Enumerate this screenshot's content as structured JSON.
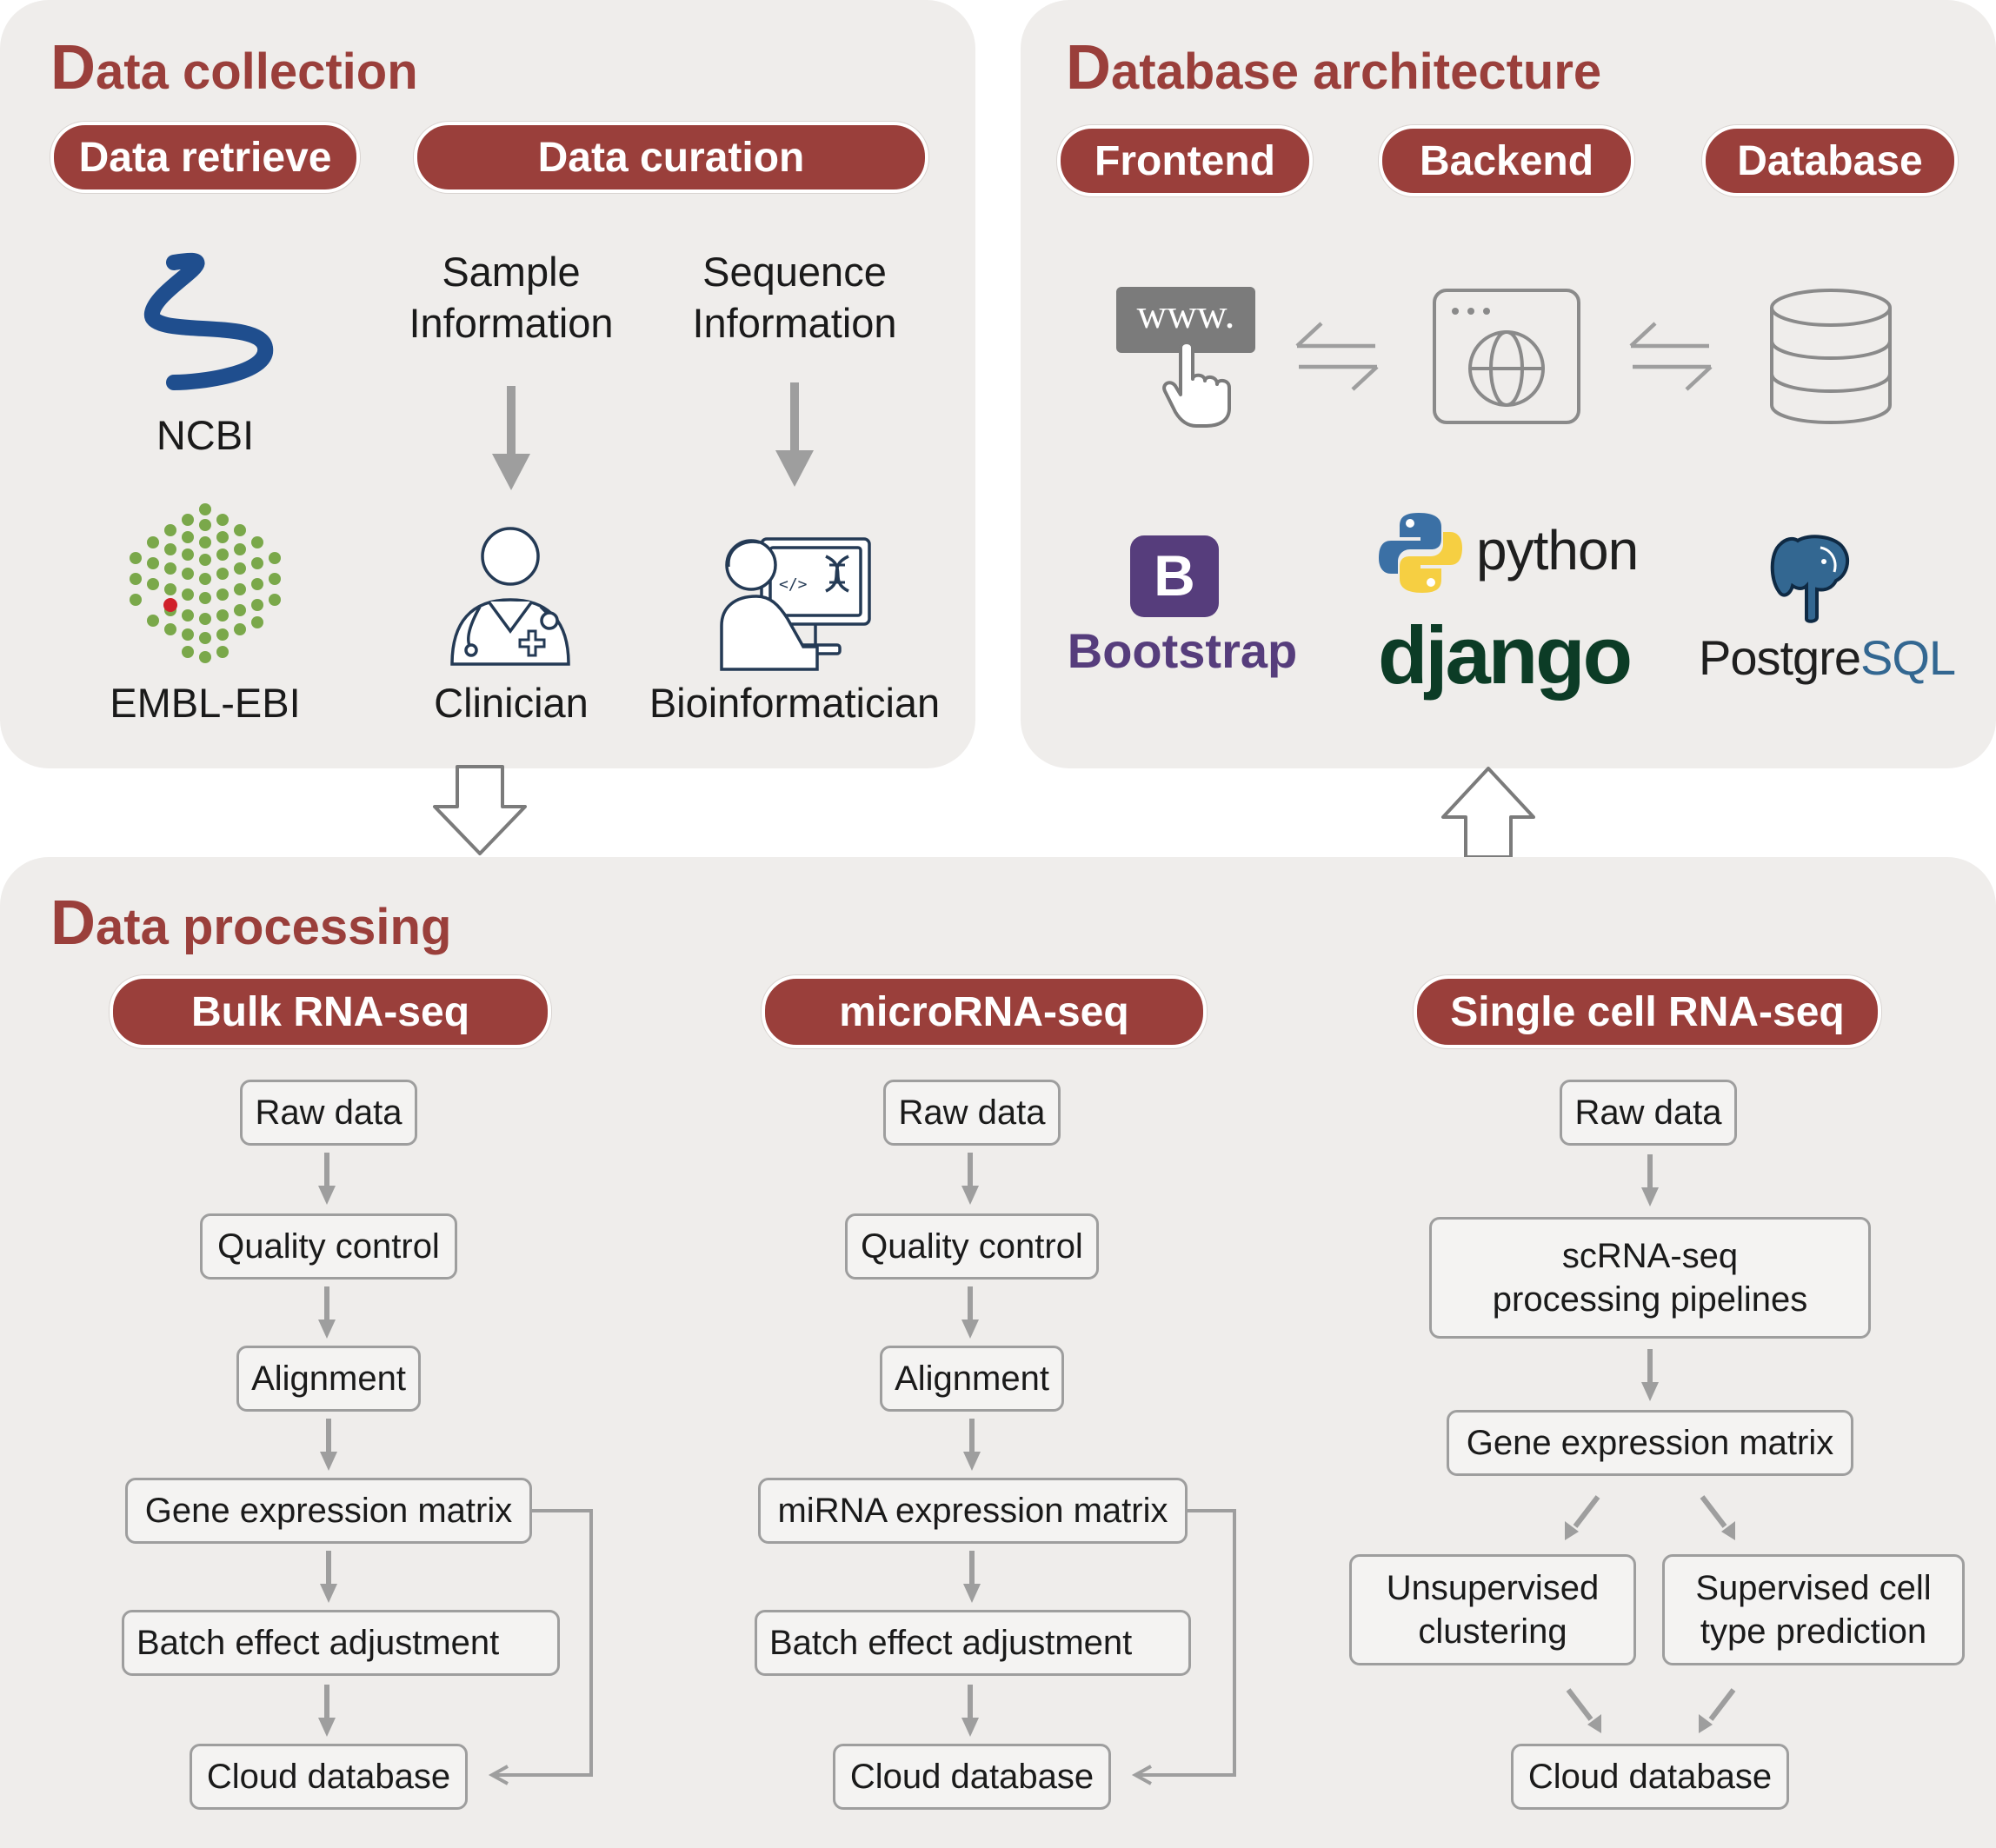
{
  "colors": {
    "accent": "#9a3f3b",
    "panel_bg": "#efedeb",
    "arrow": "#9e9e9e",
    "box_border": "#9e9e9e"
  },
  "data_collection": {
    "title_initial": "D",
    "title_rest": "ata collection",
    "pill_retrieve": "Data retrieve",
    "pill_curation": "Data curation",
    "sample_info": "Sample\nInformation",
    "sequence_info": "Sequence\nInformation",
    "ncbi": "NCBI",
    "embl": "EMBL-EBI",
    "clinician": "Clinician",
    "bioinformatician": "Bioinformatician"
  },
  "database_architecture": {
    "title_initial": "D",
    "title_rest": "atabase architecture",
    "pill_frontend": "Frontend",
    "pill_backend": "Backend",
    "pill_database": "Database",
    "www": "www.",
    "bootstrap_letter": "B",
    "bootstrap": "Bootstrap",
    "python": "python",
    "django": "django",
    "postgres_a": "Postgre",
    "postgres_b": "SQL"
  },
  "data_processing": {
    "title_initial": "D",
    "title_rest": "ata processing",
    "bulk": {
      "title": "Bulk RNA-seq",
      "steps": [
        "Raw data",
        "Quality control",
        "Alignment",
        "Gene expression matrix",
        "Batch effect adjustment",
        "Cloud database"
      ]
    },
    "mirna": {
      "title": "microRNA-seq",
      "steps": [
        "Raw data",
        "Quality control",
        "Alignment",
        "miRNA expression matrix",
        "Batch effect adjustment",
        "Cloud database"
      ]
    },
    "sc": {
      "title": "Single cell RNA-seq",
      "steps": [
        "Raw data",
        "scRNA-seq\nprocessing pipelines",
        "Gene expression matrix",
        "Unsupervised\nclustering",
        "Supervised cell\ntype prediction",
        "Cloud database"
      ]
    }
  }
}
